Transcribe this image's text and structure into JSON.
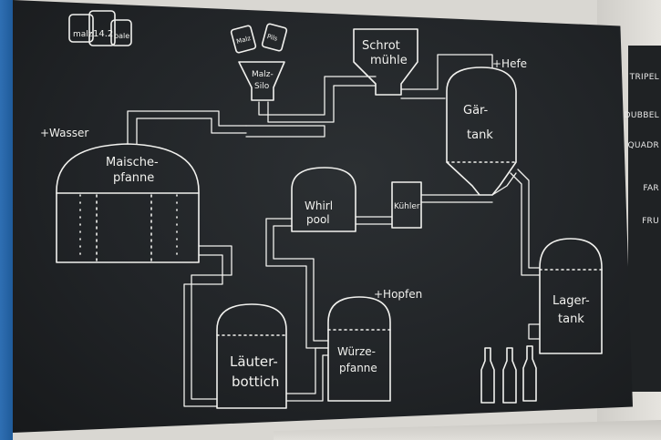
{
  "board": {
    "labels": {
      "malz_bag": "malz",
      "malz_bag_number": "14.2",
      "malz_bag_right": "pale",
      "silo_jar_left": "Malz",
      "silo_jar_right": "Pils",
      "silo_line1": "Malz-",
      "silo_line2": "Silo",
      "schrot_line1": "Schrot",
      "schrot_line2": "mühle",
      "hefe": "+Hefe",
      "gaer_line1": "Gär-",
      "gaer_line2": "tank",
      "wasser": "+Wasser",
      "maische_line1": "Maische-",
      "maische_line2": "pfanne",
      "whirl_line1": "Whirl",
      "whirl_line2": "pool",
      "kuehler": "Kühler",
      "hopfen": "+Hopfen",
      "lauter_line1": "Läuter-",
      "lauter_line2": "bottich",
      "wuerze_line1": "Würze-",
      "wuerze_line2": "pfanne",
      "lager_line1": "Lager-",
      "lager_line2": "tank"
    },
    "side_words": [
      "TRIPEL",
      "DUBBEL",
      "QUADR",
      "FAR",
      "FRU"
    ],
    "colors": {
      "chalk": "#f1f1ee",
      "board": "#212427",
      "wall": "#2f6fb3"
    }
  }
}
